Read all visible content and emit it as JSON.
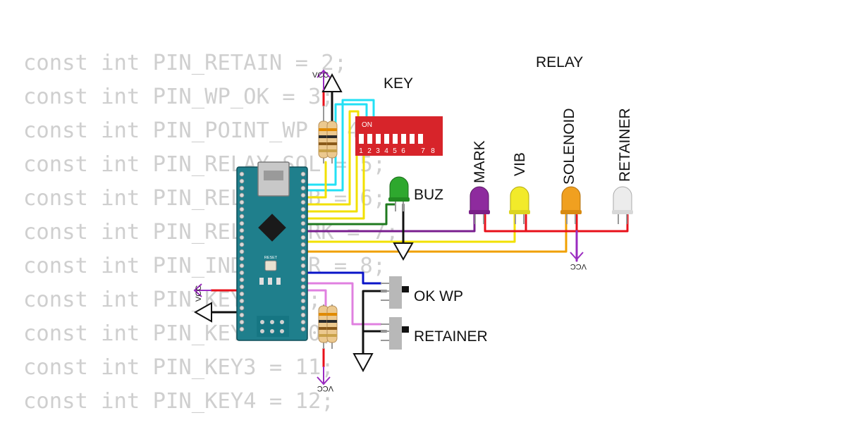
{
  "code_lines": [
    "const int PIN_RETAIN = 2;",
    "const int PIN_WP_OK = 3;",
    "const int PIN_POINT_WP = 4;",
    "const int PIN_RELAY_SOL = 5;",
    "const int PIN_RELAY_VIB = 6;",
    "const int PIN_RELAY_MARK = 7;",
    "const int PIN_INDICATOR = 8;",
    "const int PIN_KEY1 = 9;",
    "const int PIN_KEY2 = 10;",
    "const int PIN_KEY3 = 11;",
    "const int PIN_KEY4 = 12;"
  ],
  "labels": {
    "relay": "RELAY",
    "key": "KEY",
    "buz": "BUZ",
    "ok_wp": "OK WP",
    "retainer_button": "RETAINER",
    "mark": "MARK",
    "vib": "VIB",
    "solenoid": "SOLENOID",
    "retainer_led": "RETAINER",
    "dip_on": "ON",
    "dip_numbers": [
      "1",
      "2",
      "3",
      "4",
      "5",
      "6",
      "7",
      "8"
    ],
    "vcc": "VCC",
    "board_reset": "RESET"
  },
  "colors": {
    "code_text": "#cfcfcf",
    "board": "#1f7f8c",
    "dip_switch": "#d7242a",
    "wire_cyan": "#22e0f5",
    "wire_yellow": "#f2e000",
    "wire_green": "#1f7a1f",
    "wire_purple": "#7a1f8f",
    "wire_orange": "#f0a000",
    "wire_blue": "#0a14c8",
    "wire_pink": "#e080e0",
    "wire_red": "#e8101a",
    "wire_black": "#111111",
    "power_arrow": "#9a2bc0",
    "led_green": "#2ea82e",
    "led_purple": "#8e2b9e",
    "led_yellow": "#f2ea2a",
    "led_orange": "#f0a020",
    "led_white": "#ececec"
  }
}
